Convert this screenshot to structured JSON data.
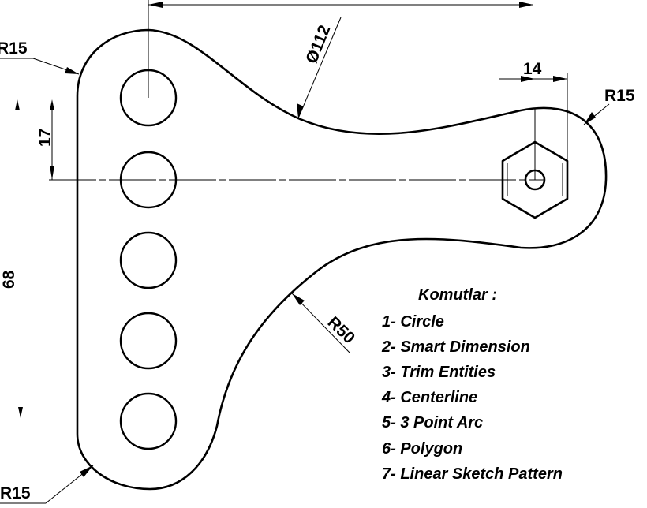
{
  "dimensions": {
    "r15_top_left": "R15",
    "diameter_112": "Ø112",
    "width_14": "14",
    "r15_right": "R15",
    "height_17": "17",
    "height_68": "68",
    "r50": "R50",
    "r15_bottom_left": "R15"
  },
  "commands": {
    "title": "Komutlar :",
    "items": [
      "1- Circle",
      "2- Smart Dimension",
      "3- Trim Entities",
      "4- Centerline",
      "5- 3 Point Arc",
      "6- Polygon",
      "7- Linear Sketch Pattern"
    ]
  },
  "colors": {
    "ink": "#000000",
    "paper": "#ffffff"
  }
}
